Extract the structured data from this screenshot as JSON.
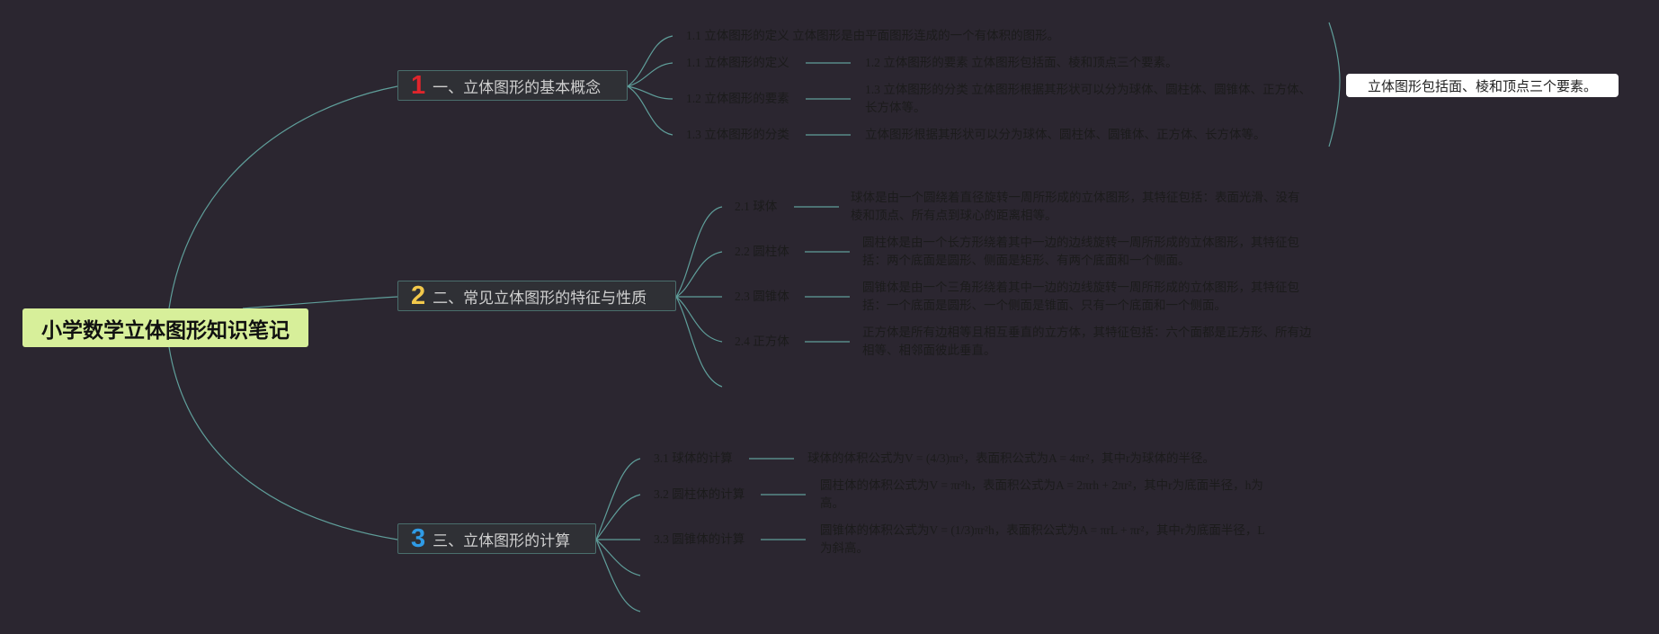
{
  "root": {
    "title": "小学数学立体图形知识笔记"
  },
  "branches": [
    {
      "number": "1",
      "number_color": "#e0252c",
      "title": "一、立体图形的基本概念",
      "items": [
        {
          "label": "1.1 立体图形的定义 立体图形是由平面图形连成的一个有体积的图形。",
          "desc": ""
        },
        {
          "label": "1.1 立体图形的定义",
          "desc": "1.2 立体图形的要素 立体图形包括面、棱和顶点三个要素。"
        },
        {
          "label": "1.2 立体图形的要素",
          "desc": "1.3 立体图形的分类 立体图形根据其形状可以分为球体、圆柱体、圆锥体、正方体、长方体等。"
        },
        {
          "label": "1.3 立体图形的分类",
          "desc": "立体图形根据其形状可以分为球体、圆柱体、圆锥体、正方体、长方体等。"
        }
      ]
    },
    {
      "number": "2",
      "number_color": "#f2c84b",
      "title": "二、常见立体图形的特征与性质",
      "items": [
        {
          "label": "2.1 球体",
          "desc": "球体是由一个圆绕着直径旋转一周所形成的立体图形，其特征包括：表面光滑、没有棱和顶点、所有点到球心的距离相等。"
        },
        {
          "label": "2.2 圆柱体",
          "desc": "圆柱体是由一个长方形绕着其中一边的边线旋转一周所形成的立体图形，其特征包括：两个底面是圆形、侧面是矩形、有两个底面和一个侧面。"
        },
        {
          "label": "2.3 圆锥体",
          "desc": "圆锥体是由一个三角形绕着其中一边的边线旋转一周所形成的立体图形，其特征包括：一个底面是圆形、一个侧面是锥面、只有一个底面和一个侧面。"
        },
        {
          "label": "2.4 正方体",
          "desc": "正方体是所有边相等且相互垂直的立方体，其特征包括：六个面都是正方形、所有边相等、相邻面彼此垂直。"
        }
      ]
    },
    {
      "number": "3",
      "number_color": "#2f9be6",
      "title": "三、立体图形的计算",
      "items": [
        {
          "label": "3.1 球体的计算",
          "desc": "球体的体积公式为V = (4/3)πr³，表面积公式为A = 4πr²，其中r为球体的半径。"
        },
        {
          "label": "3.2 圆柱体的计算",
          "desc": "圆柱体的体积公式为V = πr²h，表面积公式为A = 2πrh + 2πr²，其中r为底面半径，h为高。"
        },
        {
          "label": "3.3 圆锥体的计算",
          "desc": "圆锥体的体积公式为V = (1/3)πr²h，表面积公式为A = πrL + πr²，其中r为底面半径，L为斜高。"
        }
      ]
    }
  ],
  "callout": {
    "text": "立体图形包括面、棱和顶点三个要素。"
  },
  "colors": {
    "background": "#2b2630",
    "root_fill": "#d7ef9a",
    "connector": "#5f9e9a",
    "branch_border": "#4a6e6c",
    "callout_fill": "#ffffff"
  }
}
